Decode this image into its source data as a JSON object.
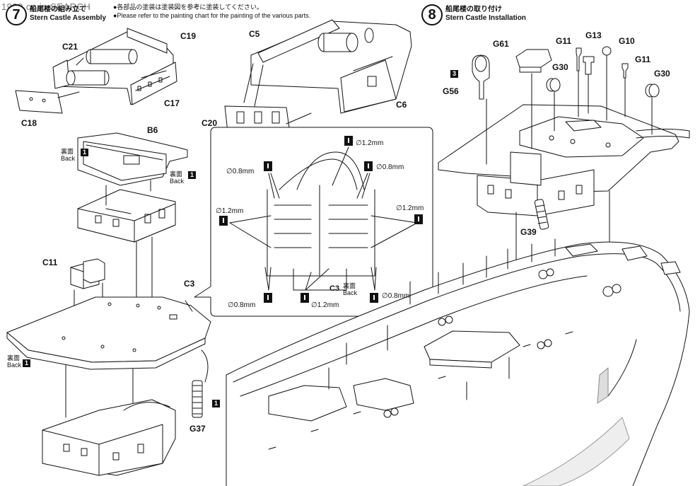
{
  "watermark": "1999.co.jp SEARCH",
  "note_japanese": "●各部品の塗装は塗装図を参考に塗装してください。",
  "note_english": "●Please refer to the painting chart for the painting of the various parts.",
  "step7": {
    "number": "7",
    "title_jp": "船尾楼の組み立て",
    "title_en": "Stern Castle Assembly"
  },
  "step8": {
    "number": "8",
    "title_jp": "船尾楼の取り付け",
    "title_en": "Stern Castle Installation"
  },
  "back_jp": "裏面",
  "back_en": "Back",
  "badge_1": "1",
  "badge_3": "3",
  "parts": {
    "C21": "C21",
    "C19": "C19",
    "C18": "C18",
    "C17": "C17",
    "C5": "C5",
    "C20": "C20",
    "C6": "C6",
    "B6": "B6",
    "C11": "C11",
    "C3": "C3",
    "G37": "G37",
    "G61": "G61",
    "G11": "G11",
    "G13": "G13",
    "G10": "G10",
    "G30": "G30",
    "G56": "G56",
    "G39": "G39"
  },
  "drill": {
    "d08": "∅0.8mm",
    "d12": "∅1.2mm",
    "c3": "C3"
  }
}
